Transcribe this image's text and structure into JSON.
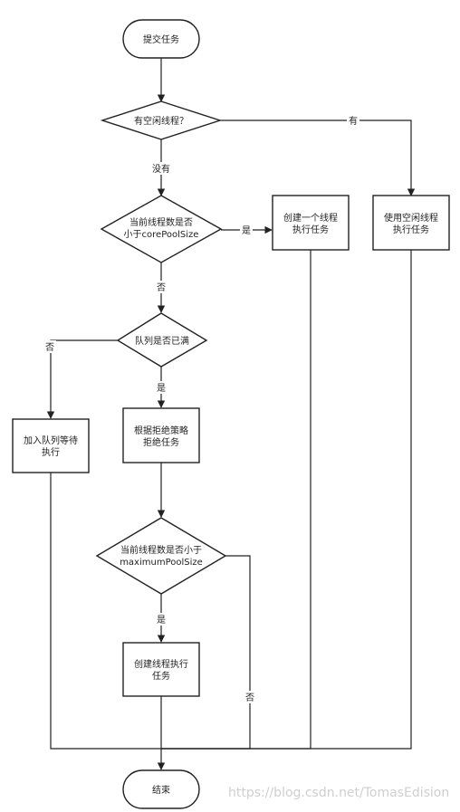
{
  "nodes": {
    "start": "提交任务",
    "idle_check": "有空闲线程？",
    "core_check_line1": "当前线程数是否",
    "core_check_line2": "小于corePoolSize",
    "create_core_line1": "创建一个线程",
    "create_core_line2": "执行任务",
    "use_idle_line1": "使用空闲线程",
    "use_idle_line2": "执行任务",
    "queue_check": "队列是否已满",
    "enqueue_line1": "加入队列等待",
    "enqueue_line2": "执行",
    "reject_line1": "根据拒绝策略",
    "reject_line2": "拒绝任务",
    "max_check_line1": "当前线程数是否小于",
    "max_check_line2": "maximumPoolSize",
    "create_max_line1": "创建线程执行",
    "create_max_line2": "任务",
    "end": "结束"
  },
  "edges": {
    "idle_yes": "有",
    "idle_no": "没有",
    "core_yes": "是",
    "core_no": "否",
    "queue_no": "否",
    "queue_yes": "是",
    "max_yes": "是",
    "max_no": "否"
  },
  "watermark": "https://blog.csdn.net/TomasEdision"
}
